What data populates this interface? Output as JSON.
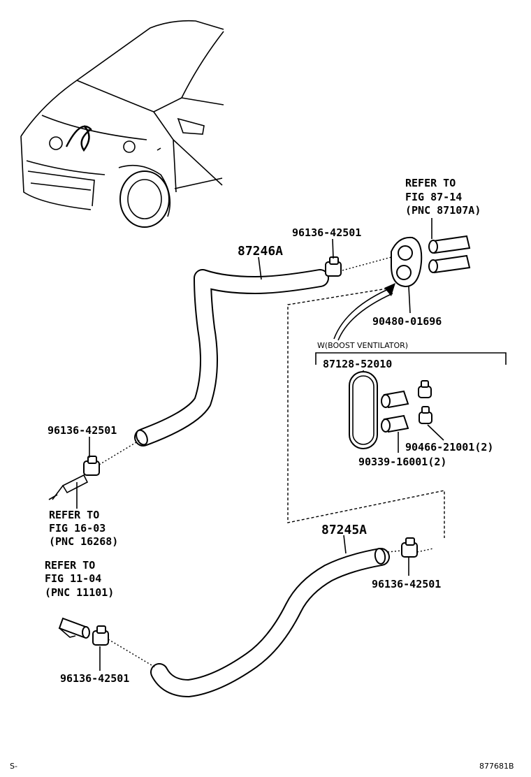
{
  "labels": {
    "hose_upper": "87246A",
    "hose_lower": "87245A",
    "clamp_top": "96136-42501",
    "clamp_left": "96136-42501",
    "clamp_right_lower": "96136-42501",
    "clamp_bottom": "96136-42501",
    "grommet": "90480-01696",
    "kit": "87128-52010",
    "clip": "90466-21001(2)",
    "plug": "90339-16001(2)",
    "boost_ventilator": "W(BOOST VENTILATOR)"
  },
  "refs": {
    "ref_87": {
      "line1": "REFER TO",
      "line2": "FIG 87-14",
      "line3": "(PNC 87107A)"
    },
    "ref_16": {
      "line1": "REFER TO",
      "line2": "FIG 16-03",
      "line3": "(PNC 16268)"
    },
    "ref_11": {
      "line1": "REFER TO",
      "line2": "FIG 11-04",
      "line3": "(PNC 11101)"
    }
  },
  "footer": {
    "left": "S-",
    "code": "877681B"
  }
}
